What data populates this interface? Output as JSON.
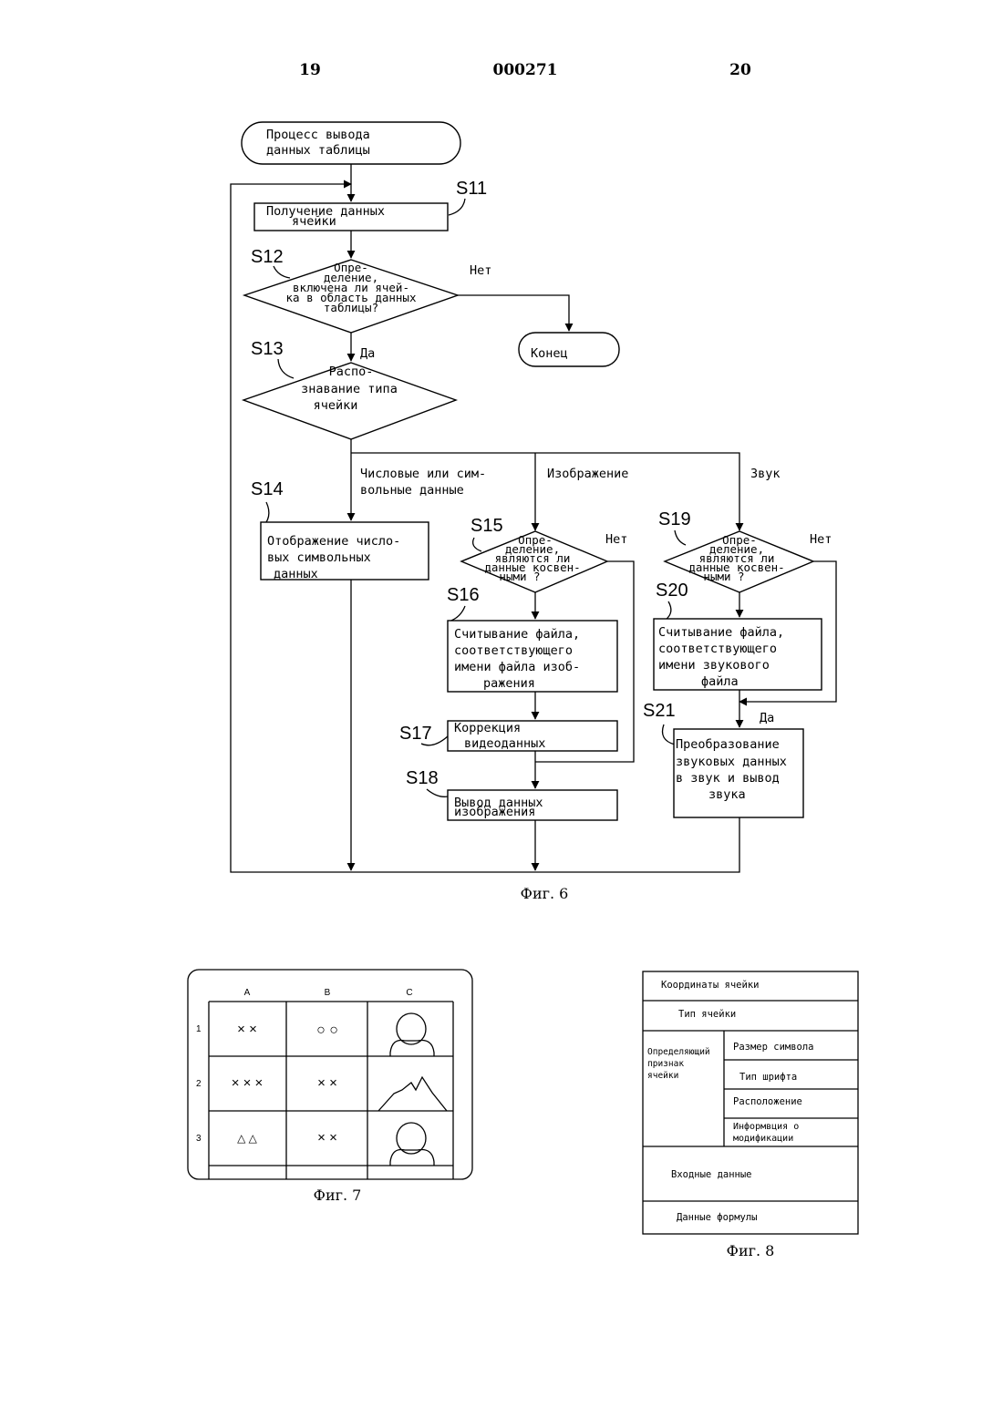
{
  "header": {
    "page_left": "19",
    "doc_number": "000271",
    "page_right": "20"
  },
  "fig6": {
    "caption": "Фиг. 6",
    "start": [
      "Процесс вывода",
      "данных таблицы"
    ],
    "s11": {
      "label": "S11",
      "text": [
        "Получение данных",
        "ячейки"
      ]
    },
    "s12": {
      "label": "S12",
      "text": [
        "Опре-",
        "деление,",
        "включена ли ячей-",
        "ка в область данных",
        "таблицы?"
      ]
    },
    "no": "Нет",
    "yes": "Да",
    "end": "Конец",
    "s13": {
      "label": "S13",
      "text": [
        "Распо-",
        "знавание типа",
        "ячейки"
      ]
    },
    "branch_numeric": [
      "Числовые или сим-",
      "вольные данные"
    ],
    "branch_image": "Изображение",
    "branch_sound": "Звук",
    "s14": {
      "label": "S14",
      "text": [
        "Отображение число-",
        "вых символьных",
        "данных"
      ]
    },
    "s15": {
      "label": "S15",
      "text": [
        "Опре-",
        "деление,",
        "являются ли",
        "данные косвен-",
        "ными ?"
      ]
    },
    "s16": {
      "label": "S16",
      "text": [
        "Считывание файла,",
        "соответствующего",
        "имени файла изоб-",
        "ражения"
      ]
    },
    "s17": {
      "label": "S17",
      "text": [
        "Коррекция",
        "видеоданных"
      ]
    },
    "s18": {
      "label": "S18",
      "text": [
        "Вывод данных",
        "изображения"
      ]
    },
    "s19": {
      "label": "S19",
      "text": [
        "Опре-",
        "деление,",
        "являются ли",
        "данные косвен-",
        "ными ?"
      ]
    },
    "s20": {
      "label": "S20",
      "text": [
        "Считывание файла,",
        "соответствующего",
        "имени звукового",
        "файла"
      ]
    },
    "s21": {
      "label": "S21",
      "text": [
        "Преобразование",
        "звуковых данных",
        "в звук и вывод",
        "звука"
      ]
    }
  },
  "fig7": {
    "caption": "Фиг. 7",
    "columns": [
      "A",
      "B",
      "C"
    ],
    "rows": [
      "1",
      "2",
      "3"
    ],
    "cells": [
      [
        "× ×",
        "○ ○",
        "person-icon"
      ],
      [
        "× × ×",
        "× ×",
        "mountain-icon"
      ],
      [
        "△ △",
        "× ×",
        "person-icon"
      ]
    ]
  },
  "fig8": {
    "caption": "Фиг. 8",
    "rows": {
      "coords": "Координаты ячейки",
      "type": "Тип ячейки",
      "attr": [
        "Определяющий",
        "признак",
        "ячейки"
      ],
      "attr_items": [
        "Размер символа",
        "Тип шрифта",
        "Расположение",
        [
          "Информвция о",
          "модификации"
        ]
      ],
      "input": "Входные данные",
      "formula": "Данные формулы"
    }
  }
}
